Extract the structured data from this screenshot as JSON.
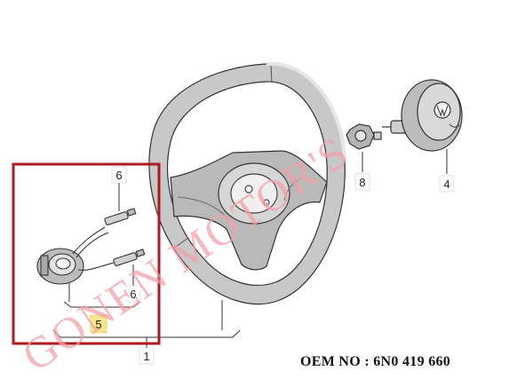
{
  "callouts": {
    "assembly": "1",
    "airbag": "4",
    "slip_ring": "5",
    "connector_upper": "6",
    "connector_lower": "6",
    "nut": "8"
  },
  "watermark": "GONEN MOTOR'S",
  "caption": "OEM NO : 6N0 419 660",
  "colors": {
    "detail_frame": "#b0191e",
    "watermark": "#f0a0a8",
    "highlight": "#f7e58a",
    "line": "#333333"
  }
}
